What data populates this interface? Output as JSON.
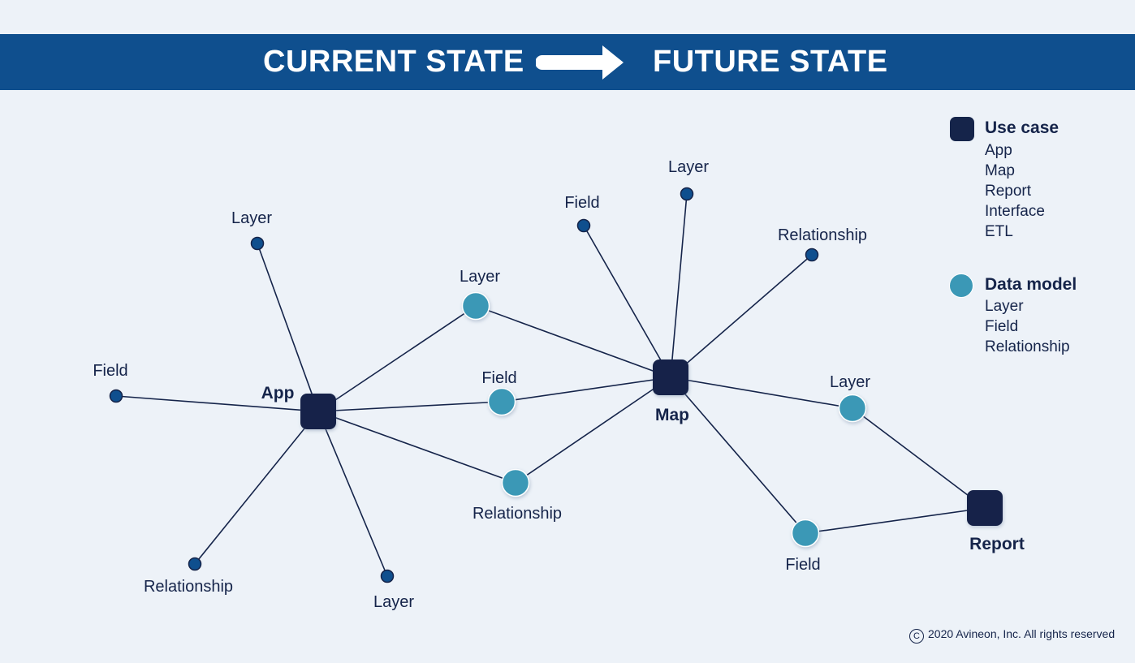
{
  "banner": {
    "left_text": "CURRENT STATE",
    "right_text": "FUTURE STATE"
  },
  "colors": {
    "banner": "#0f4f8e",
    "background": "#edf2f8",
    "use_case": "#15244a",
    "data_model": "#3b98b6",
    "small_node": "#0f4f8e"
  },
  "legend": {
    "use_case": {
      "title": "Use case",
      "items": [
        "App",
        "Map",
        "Report",
        "Interface",
        "ETL"
      ]
    },
    "data_model": {
      "title": "Data model",
      "items": [
        "Layer",
        "Field",
        "Relationship"
      ]
    }
  },
  "diagram": {
    "nodes": [
      {
        "id": "app",
        "label": "App",
        "kind": "use-case"
      },
      {
        "id": "map",
        "label": "Map",
        "kind": "use-case"
      },
      {
        "id": "report",
        "label": "Report",
        "kind": "use-case"
      },
      {
        "id": "shared-layer",
        "label": "Layer",
        "kind": "data-model"
      },
      {
        "id": "shared-field",
        "label": "Field",
        "kind": "data-model"
      },
      {
        "id": "shared-relationship",
        "label": "Relationship",
        "kind": "data-model"
      },
      {
        "id": "map-report-layer",
        "label": "Layer",
        "kind": "data-model"
      },
      {
        "id": "map-report-field",
        "label": "Field",
        "kind": "data-model"
      },
      {
        "id": "app-layer-top",
        "label": "Layer",
        "kind": "small"
      },
      {
        "id": "app-field",
        "label": "Field",
        "kind": "small"
      },
      {
        "id": "app-relationship",
        "label": "Relationship",
        "kind": "small"
      },
      {
        "id": "app-layer-bottom",
        "label": "Layer",
        "kind": "small"
      },
      {
        "id": "map-field",
        "label": "Field",
        "kind": "small"
      },
      {
        "id": "map-layer",
        "label": "Layer",
        "kind": "small"
      },
      {
        "id": "map-relationship",
        "label": "Relationship",
        "kind": "small"
      }
    ],
    "edges": [
      [
        "app",
        "app-layer-top"
      ],
      [
        "app",
        "app-field"
      ],
      [
        "app",
        "app-relationship"
      ],
      [
        "app",
        "app-layer-bottom"
      ],
      [
        "app",
        "shared-layer"
      ],
      [
        "app",
        "shared-field"
      ],
      [
        "app",
        "shared-relationship"
      ],
      [
        "map",
        "shared-layer"
      ],
      [
        "map",
        "shared-field"
      ],
      [
        "map",
        "shared-relationship"
      ],
      [
        "map",
        "map-field"
      ],
      [
        "map",
        "map-layer"
      ],
      [
        "map",
        "map-relationship"
      ],
      [
        "map",
        "map-report-layer"
      ],
      [
        "map",
        "map-report-field"
      ],
      [
        "report",
        "map-report-layer"
      ],
      [
        "report",
        "map-report-field"
      ]
    ]
  },
  "copyright": {
    "symbol": "C",
    "text": "2020 Avineon, Inc. All rights reserved"
  }
}
